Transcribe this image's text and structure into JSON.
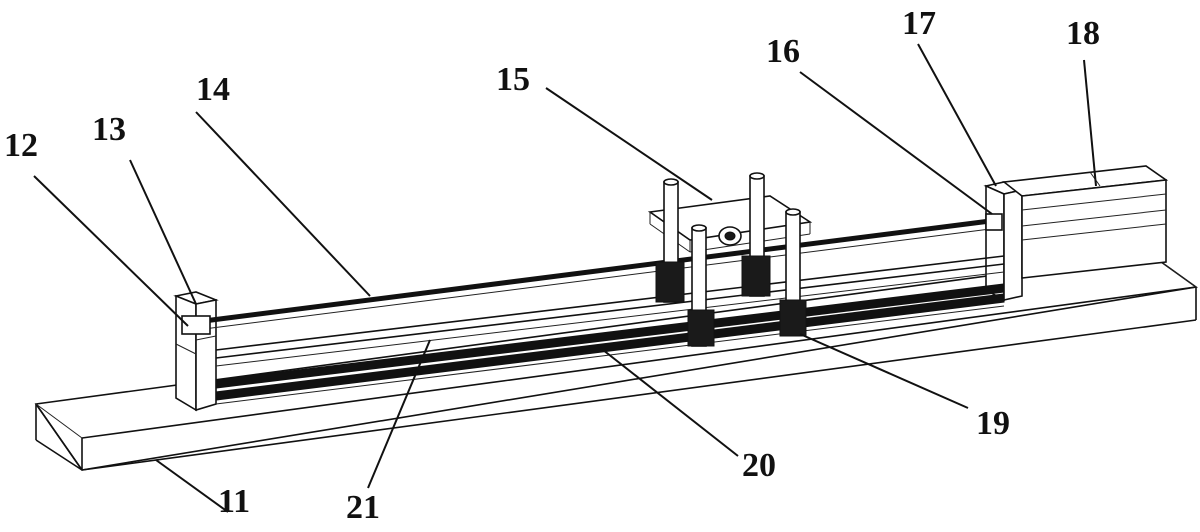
{
  "labels": {
    "l11": "11",
    "l12": "12",
    "l13": "13",
    "l14": "14",
    "l15": "15",
    "l16": "16",
    "l17": "17",
    "l18": "18",
    "l19": "19",
    "l20": "20",
    "l21": "21"
  }
}
